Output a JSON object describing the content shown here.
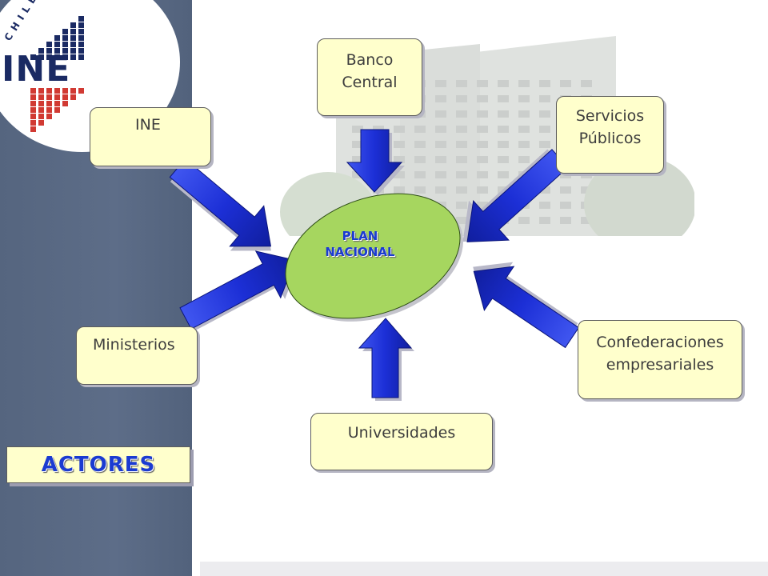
{
  "logo": {
    "country": "CHILE",
    "wordmark": "INE"
  },
  "hub": {
    "line1": "PLAN",
    "line2": "NACIONAL"
  },
  "actors": {
    "banco_central": {
      "line1": "Banco",
      "line2": "Central"
    },
    "ine": {
      "line1": "INE"
    },
    "servicios_publicos": {
      "line1": "Servicios",
      "line2": "Públicos"
    },
    "ministerios": {
      "line1": "Ministerios"
    },
    "confederaciones": {
      "line1": "Confederaciones",
      "line2": "empresariales"
    },
    "universidades": {
      "line1": "Universidades"
    }
  },
  "section_label": "ACTORES",
  "colors": {
    "sidebar": "#5a6a85",
    "box_fill": "#ffffcc",
    "hub_fill": "#a6d65f",
    "arrow_blue": "#1c2fd6",
    "label_blue": "#1b3bd1",
    "logo_red": "#d13a33",
    "logo_navy": "#1a2a63"
  }
}
